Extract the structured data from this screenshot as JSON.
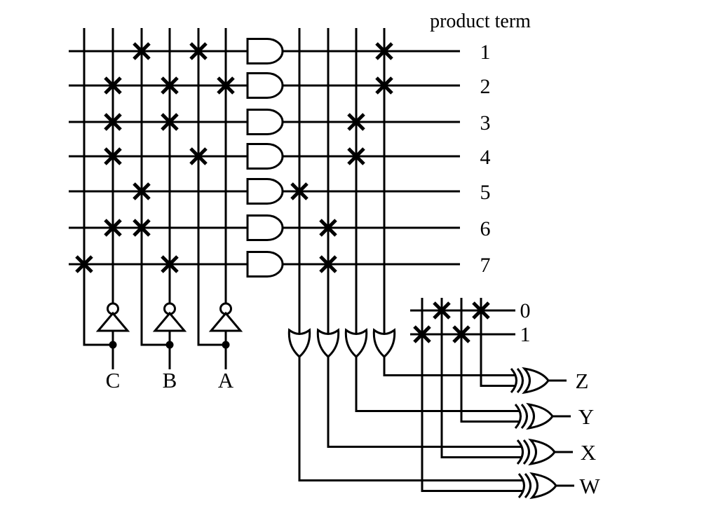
{
  "figure": {
    "title": "product term",
    "background": "#ffffff",
    "line_color": "#000000"
  },
  "inputs": [
    {
      "label": "C",
      "true_column": 1,
      "complement_column": 2
    },
    {
      "label": "B",
      "true_column": 3,
      "complement_column": 4
    },
    {
      "label": "A",
      "true_column": 5,
      "complement_column": 6
    }
  ],
  "product_terms": [
    {
      "label": "1",
      "and_inputs": [
        3,
        5
      ],
      "or_column": 4
    },
    {
      "label": "2",
      "and_inputs": [
        2,
        4,
        6
      ],
      "or_column": 4
    },
    {
      "label": "3",
      "and_inputs": [
        2,
        4
      ],
      "or_column": 3
    },
    {
      "label": "4",
      "and_inputs": [
        2,
        5
      ],
      "or_column": 3
    },
    {
      "label": "5",
      "and_inputs": [
        3
      ],
      "or_column": 1
    },
    {
      "label": "6",
      "and_inputs": [
        2,
        3
      ],
      "or_column": 2
    },
    {
      "label": "7",
      "and_inputs": [
        1,
        4
      ],
      "or_column": 2
    }
  ],
  "polarity_rows": [
    {
      "label": "0",
      "columns": [
        2,
        4
      ]
    },
    {
      "label": "1",
      "columns": [
        1,
        3
      ]
    }
  ],
  "outputs": [
    {
      "label": "Z",
      "or_column": 4,
      "polarity_column": 4
    },
    {
      "label": "Y",
      "or_column": 3,
      "polarity_column": 3
    },
    {
      "label": "X",
      "or_column": 2,
      "polarity_column": 2
    },
    {
      "label": "W",
      "or_column": 1,
      "polarity_column": 1
    }
  ]
}
